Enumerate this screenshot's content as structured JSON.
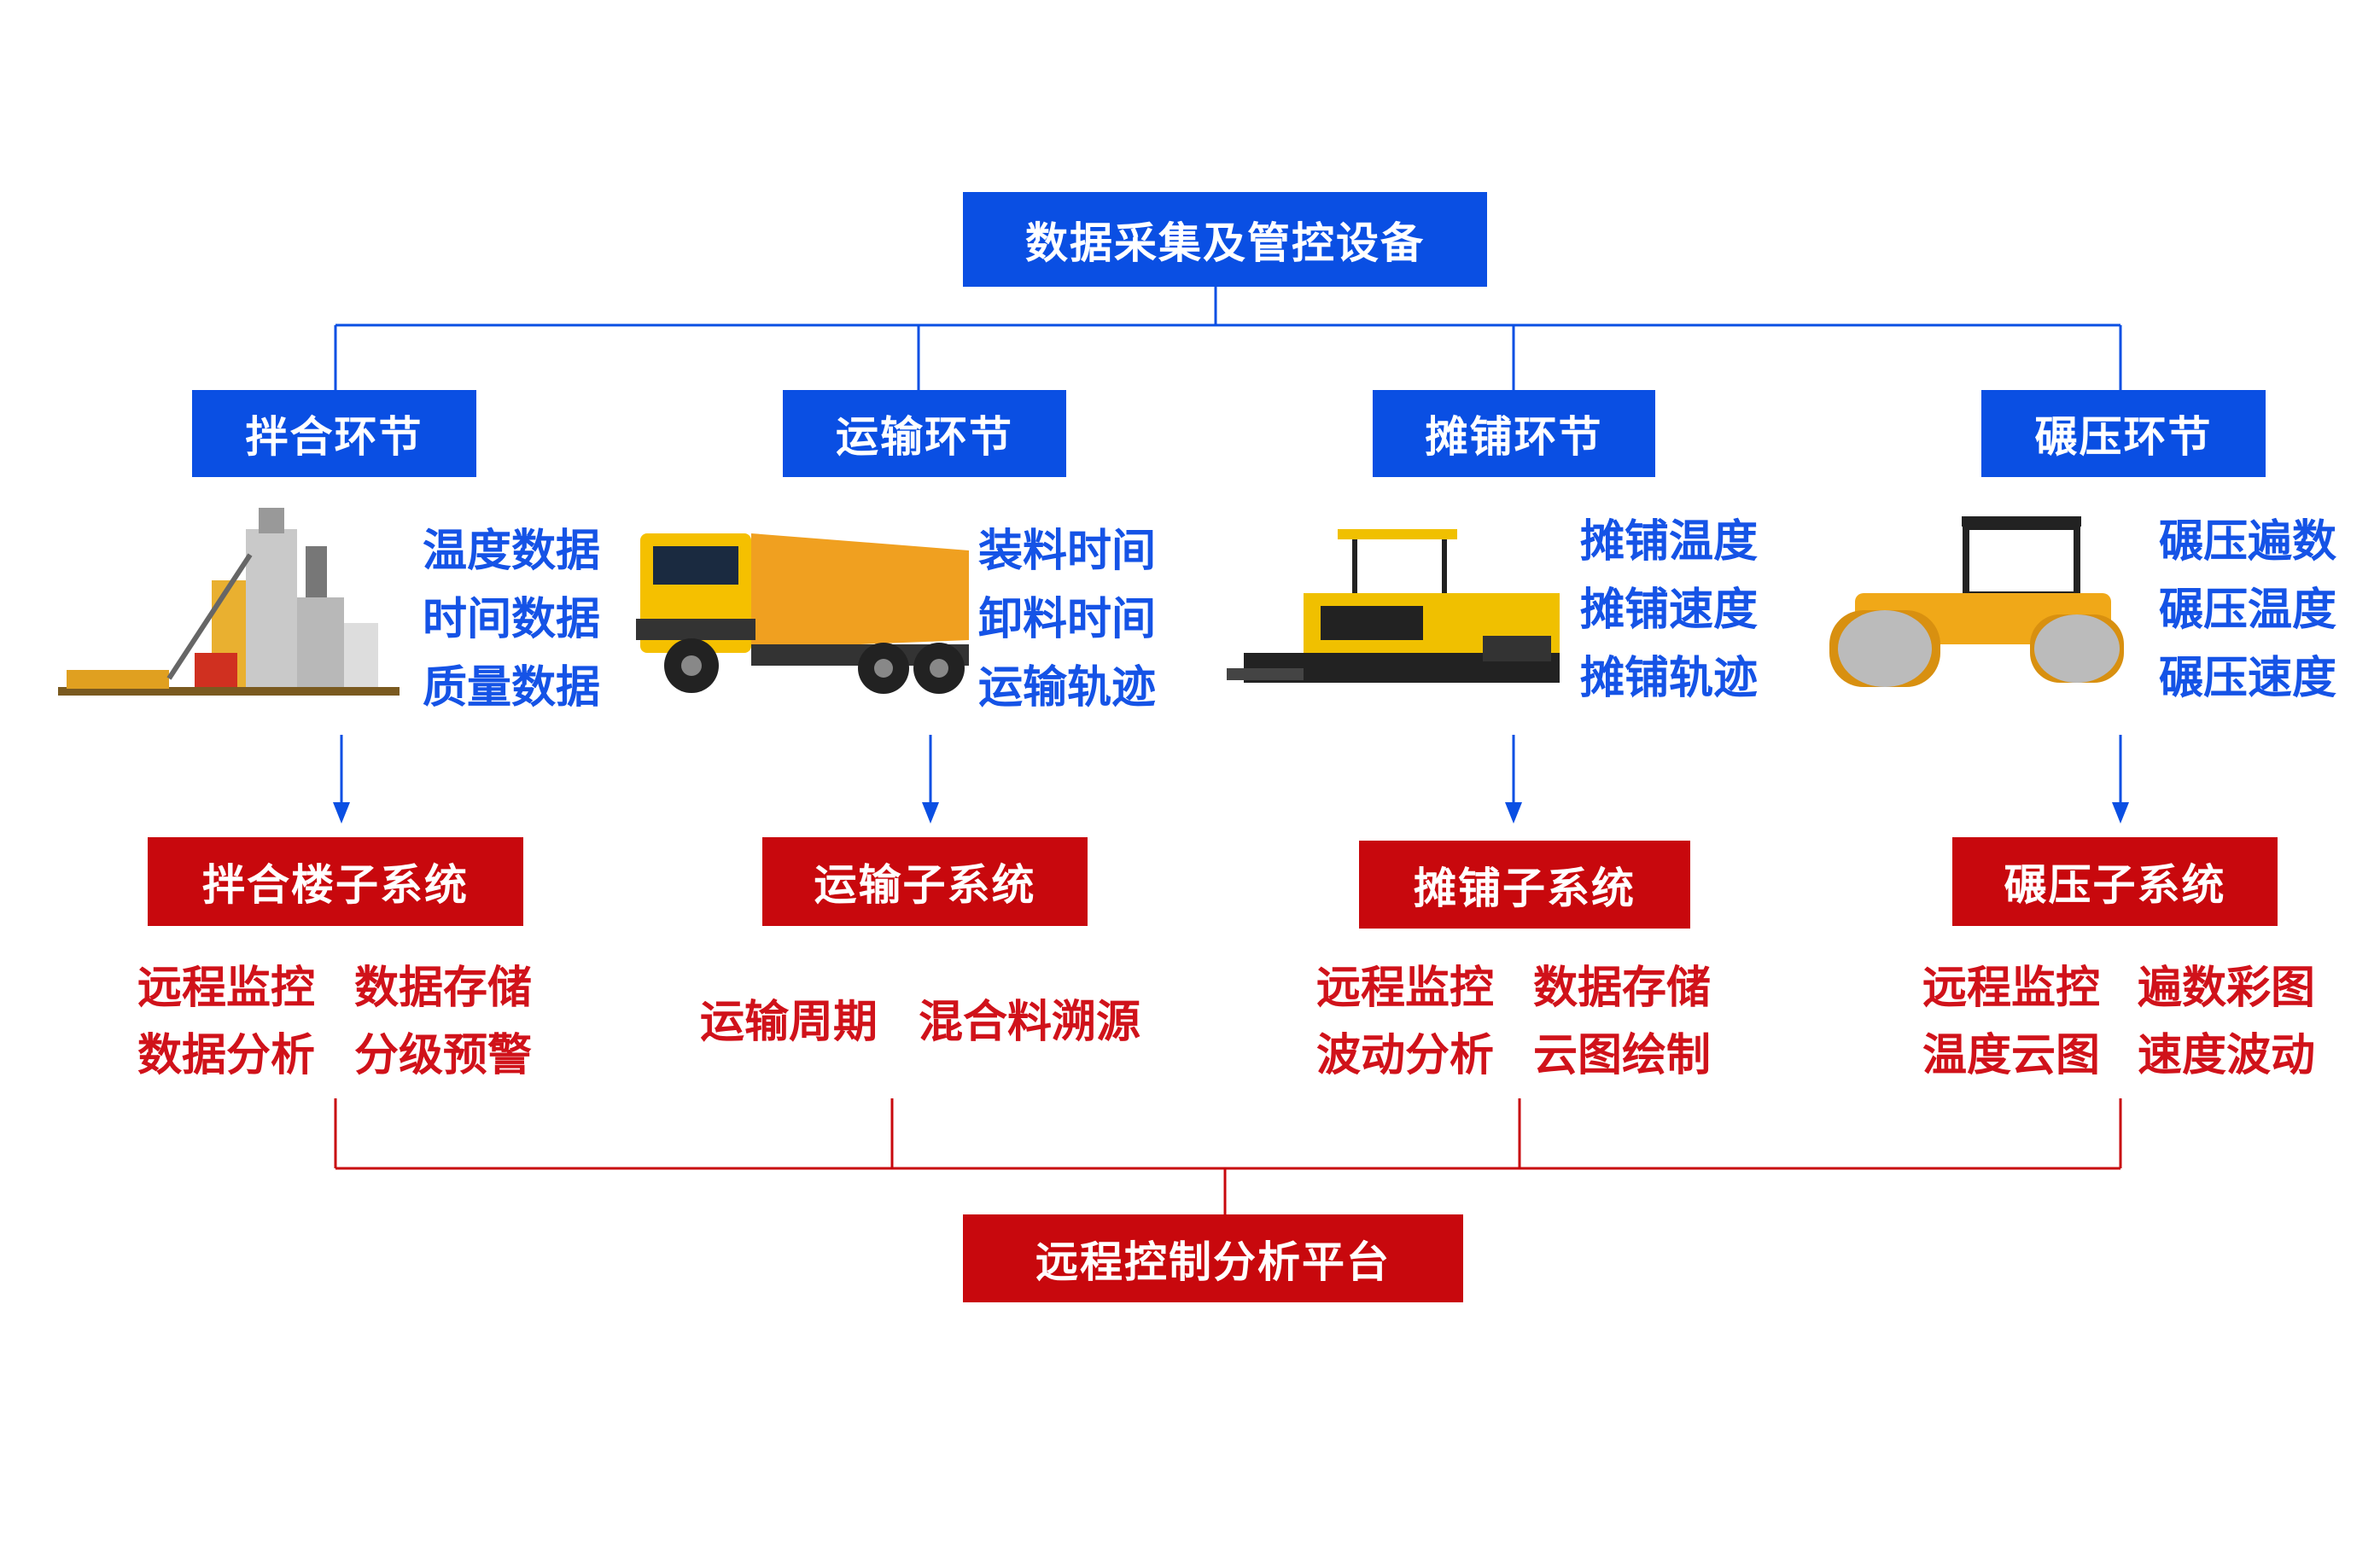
{
  "top": {
    "title": "数据采集及管控设备"
  },
  "stages": [
    {
      "label": "拌合环节",
      "data": [
        "温度数据",
        "时间数据",
        "质量数据"
      ],
      "image": "asphalt-plant",
      "subsystem": "拌合楼子系统",
      "functions": [
        "远程监控",
        "数据存储",
        "数据分析",
        "分级预警"
      ]
    },
    {
      "label": "运输环节",
      "data": [
        "装料时间",
        "卸料时间",
        "运输轨迹"
      ],
      "image": "dump-truck",
      "subsystem": "运输子系统",
      "functions": [
        "运输周期",
        "混合料溯源"
      ]
    },
    {
      "label": "摊铺环节",
      "data": [
        "摊铺温度",
        "摊铺速度",
        "摊铺轨迹"
      ],
      "image": "paver",
      "subsystem": "摊铺子系统",
      "functions": [
        "远程监控",
        "数据存储",
        "波动分析",
        "云图绘制"
      ]
    },
    {
      "label": "碾压环节",
      "data": [
        "碾压遍数",
        "碾压温度",
        "碾压速度"
      ],
      "image": "road-roller",
      "subsystem": "碾压子系统",
      "functions": [
        "远程监控",
        "遍数彩图",
        "温度云图",
        "速度波动"
      ]
    }
  ],
  "bottom": {
    "title": "远程控制分析平台"
  },
  "colors": {
    "blue": "#0a4fe3",
    "red": "#c8080d"
  }
}
